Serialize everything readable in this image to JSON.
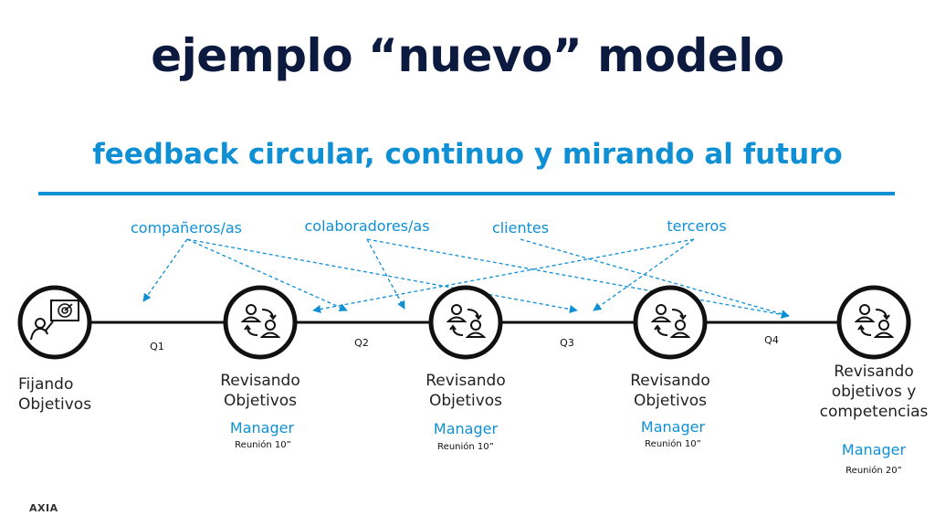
{
  "title": "ejemplo “nuevo” modelo",
  "subtitle": "feedback circular, continuo y mirando al futuro",
  "sources": [
    {
      "label": "compañeros/as"
    },
    {
      "label": "colaboradores/as"
    },
    {
      "label": "clientes"
    },
    {
      "label": "terceros"
    }
  ],
  "quarters": [
    "Q1",
    "Q2",
    "Q3",
    "Q4"
  ],
  "stages": [
    {
      "label_lines": [
        "Fijando",
        "Objetivos"
      ],
      "icon": "goal-setting-icon"
    },
    {
      "label_lines": [
        "Revisando",
        "Objetivos"
      ],
      "role": "Manager",
      "meeting": "Reunión 10”",
      "icon": "people-exchange-icon"
    },
    {
      "label_lines": [
        "Revisando",
        "Objetivos"
      ],
      "role": "Manager",
      "meeting": "Reunión 10”",
      "icon": "people-exchange-icon"
    },
    {
      "label_lines": [
        "Revisando",
        "Objetivos"
      ],
      "role": "Manager",
      "meeting": "Reunión 10”",
      "icon": "people-exchange-icon"
    },
    {
      "label_lines": [
        "Revisando",
        "objetivos y",
        "competencias"
      ],
      "role": "Manager",
      "meeting": "Reunión 20”",
      "icon": "people-exchange-icon"
    }
  ],
  "brand": "AXIA",
  "colors": {
    "title": "#0d1a40",
    "accent": "#0f90d4",
    "line": "#111111"
  }
}
